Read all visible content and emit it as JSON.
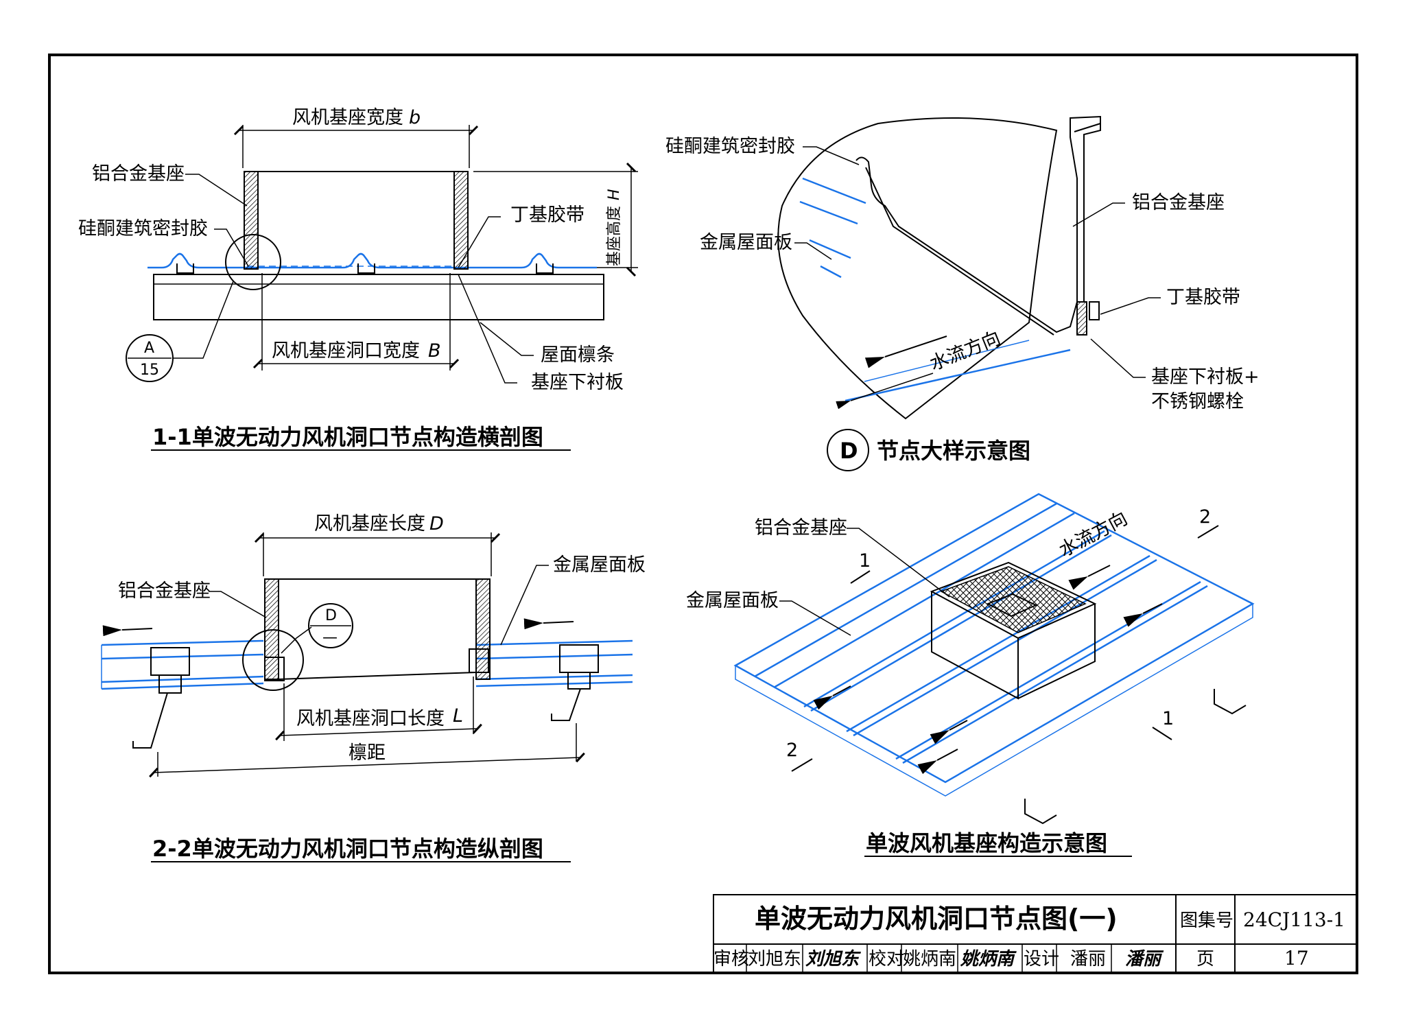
{
  "drawing": {
    "section_1_1": {
      "title": "1-1单波无动力风机洞口节点构造横剖图",
      "dim_top": "风机基座宽度",
      "dim_top_var": "b",
      "dim_right": "基座高度",
      "dim_right_var": "H",
      "dim_bottom": "风机基座洞口宽度",
      "dim_bottom_var": "B",
      "labels": {
        "aluminum_base": "铝合金基座",
        "silicone_sealant": "硅酮建筑密封胶",
        "butyl_tape": "丁基胶带",
        "roof_purlin": "屋面檩条",
        "base_liner": "基座下衬板"
      },
      "detail_ref_top": "A",
      "detail_ref_bottom": "15"
    },
    "detail_D": {
      "marker": "D",
      "title": "节点大样示意图",
      "labels": {
        "silicone_sealant": "硅酮建筑密封胶",
        "metal_roof_panel": "金属屋面板",
        "aluminum_base": "铝合金基座",
        "butyl_tape": "丁基胶带",
        "water_flow": "水流方向",
        "liner_bolt_line1": "基座下衬板+",
        "liner_bolt_line2": "不锈钢螺栓"
      }
    },
    "section_2_2": {
      "title": "2-2单波无动力风机洞口节点构造纵剖图",
      "dim_top": "风机基座长度",
      "dim_top_var": "D",
      "dim_opening": "风机基座洞口长度",
      "dim_opening_var": "L",
      "dim_purlin": "檩距",
      "labels": {
        "aluminum_base": "铝合金基座",
        "metal_roof_panel": "金属屋面板"
      },
      "detail_ref_top": "D",
      "detail_ref_bottom": "—"
    },
    "isometric": {
      "title": "单波风机基座构造示意图",
      "labels": {
        "aluminum_base": "铝合金基座",
        "metal_roof_panel": "金属屋面板",
        "water_flow": "水流方向"
      },
      "cut_marks": {
        "one": "1",
        "two": "2"
      }
    }
  },
  "title_block": {
    "title": "单波无动力风机洞口节点图(一)",
    "atlas_label": "图集号",
    "atlas_no": "24CJ113-1",
    "page_label": "页",
    "page_no": "17",
    "review_label": "审核",
    "reviewer": "刘旭东",
    "reviewer_sig": "刘旭东",
    "check_label": "校对",
    "checker": "姚炳南",
    "checker_sig": "姚炳南",
    "design_label": "设计",
    "designer": "潘丽",
    "designer_sig": "潘丽"
  },
  "colors": {
    "panel_blue": "#1a73e8",
    "ink": "#000000"
  }
}
